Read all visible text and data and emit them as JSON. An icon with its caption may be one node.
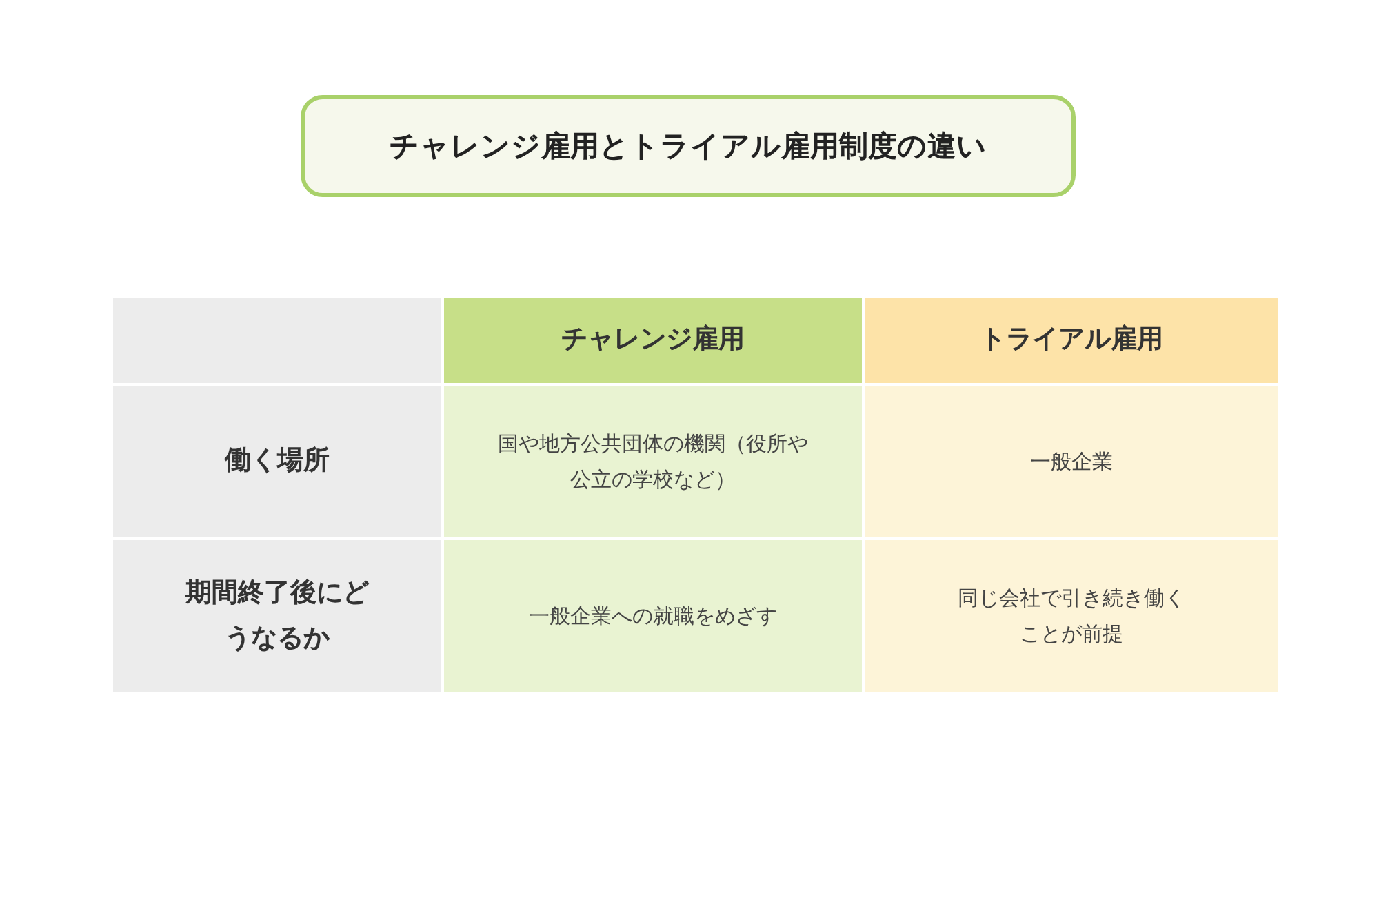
{
  "diagram": {
    "title": "チャレンジ雇用とトライアル雇用制度の違い",
    "labels": [
      "チャレンジ雇用",
      "トライアル雇用",
      "働く場所",
      "国や地方公共団体の機関（役所や公立の学校など）",
      "一般企業",
      "期間終了後にどうなるか",
      "一般企業への就職をめざす",
      "同じ会社で引き続き働くことが前提"
    ]
  }
}
